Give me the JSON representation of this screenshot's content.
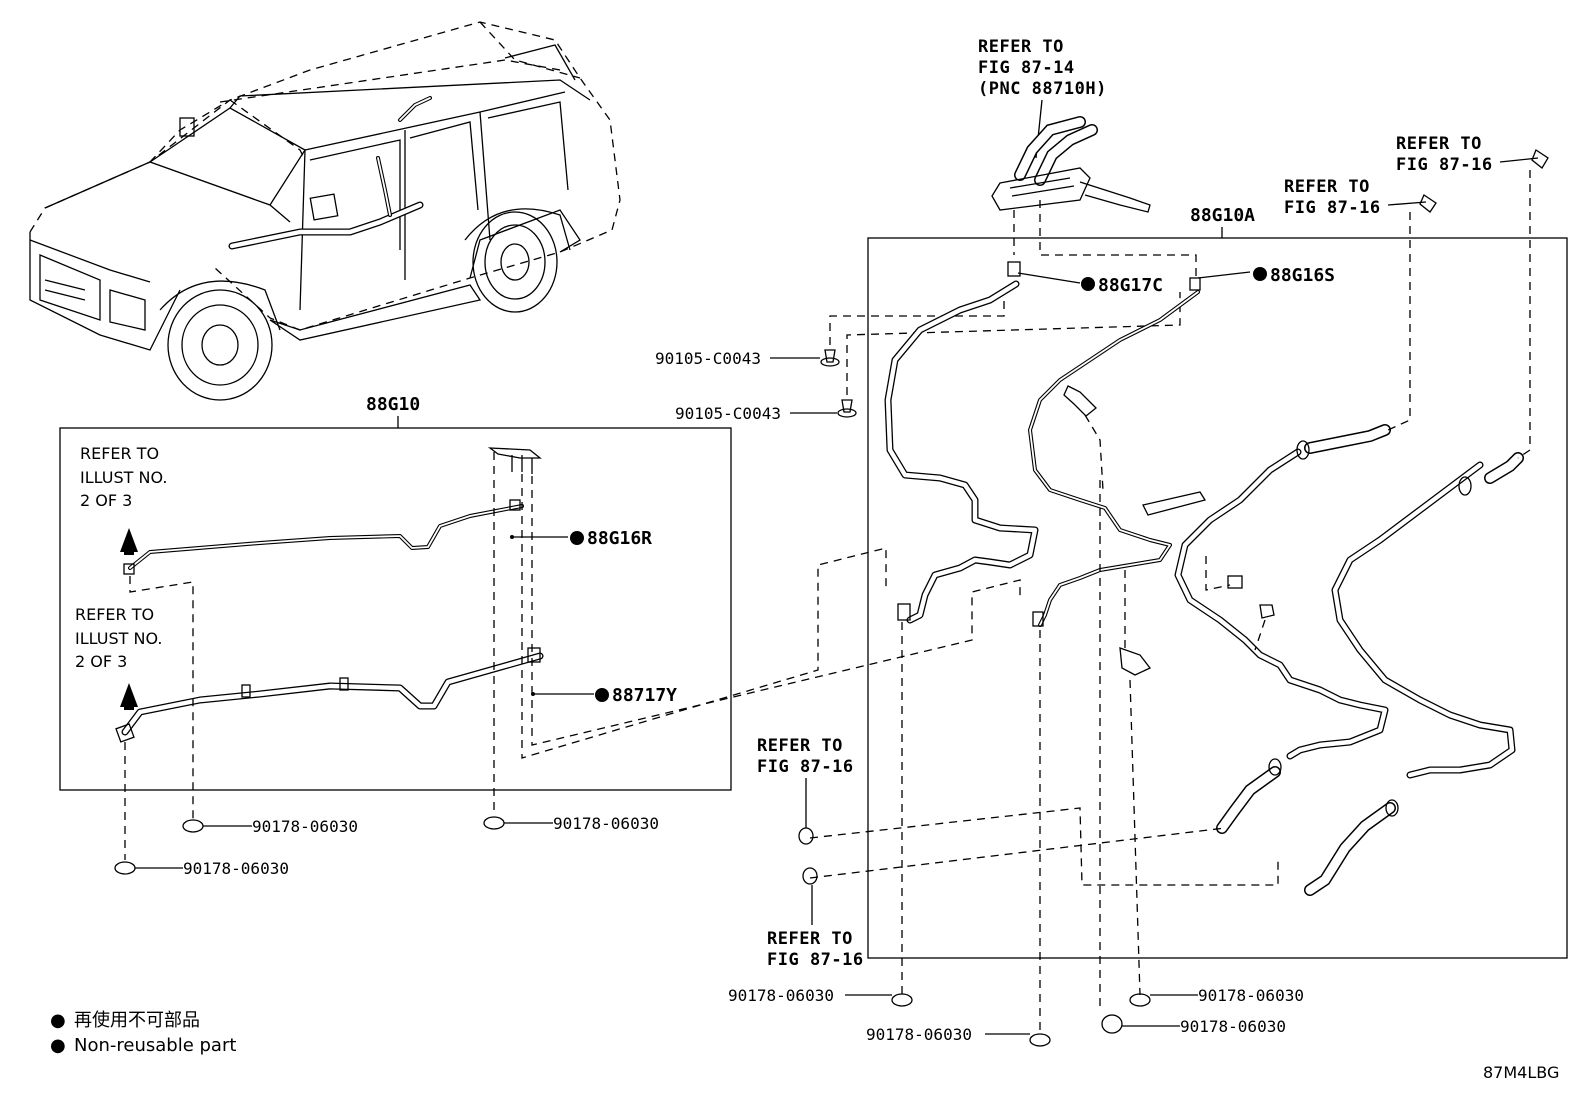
{
  "diagram": {
    "code": "87M4LBG",
    "legend": [
      {
        "symbol": "●",
        "text": "再使用不可部品"
      },
      {
        "symbol": "●",
        "text": "Non-reusable part"
      }
    ],
    "boxes": {
      "left_label": "88G10",
      "right_label": "88G10A"
    },
    "refer_top": [
      "REFER TO",
      "FIG 87-14",
      "(PNC 88710H)"
    ],
    "refer_illust_upper": [
      "REFER TO",
      "ILLUST NO.",
      "2 OF 3"
    ],
    "refer_illust_lower": [
      "REFER TO",
      "ILLUST NO.",
      "2 OF 3"
    ],
    "refer_fig_a": [
      "REFER TO",
      "FIG 87-16"
    ],
    "refer_fig_b": [
      "REFER TO",
      "FIG 87-16"
    ],
    "refer_fig_c": [
      "REFER TO",
      "FIG 87-16"
    ],
    "refer_fig_d": [
      "REFER TO",
      "FIG 87-16"
    ],
    "non_reusable_parts": [
      "88G17C",
      "88G16S",
      "88G16R",
      "88717Y"
    ],
    "bolts": [
      "90105-C0043",
      "90105-C0043"
    ],
    "nuts": [
      "90178-06030",
      "90178-06030",
      "90178-06030",
      "90178-06030",
      "90178-06030",
      "90178-06030",
      "90178-06030"
    ]
  }
}
